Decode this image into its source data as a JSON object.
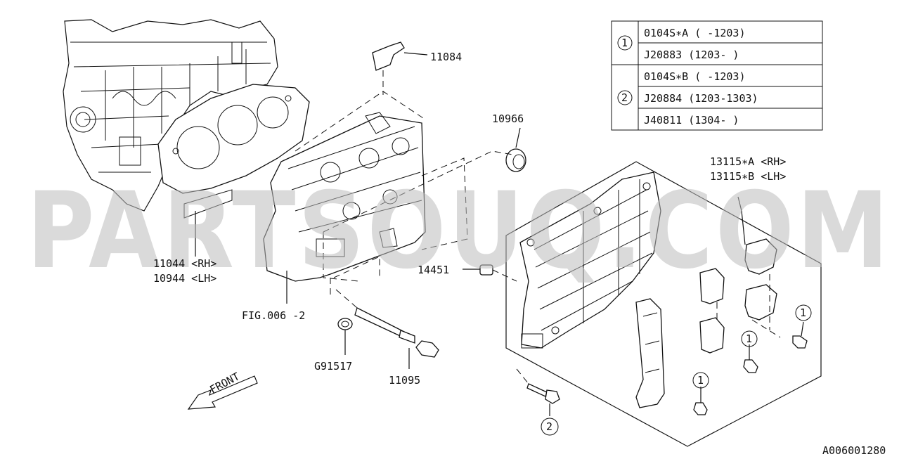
{
  "watermark": "PARTSOUQ.COM",
  "labels": {
    "p11084": "11084",
    "p10966": "10966",
    "p13115a": "13115∗A <RH>",
    "p13115b": "13115∗B <LH>",
    "p11044": "11044 <RH>",
    "p10944": "10944 <LH>",
    "p14451": "14451",
    "fig": "FIG.006 -2",
    "g91517": "G91517",
    "p11095": "11095",
    "front": "FRONT",
    "code": "A006001280"
  },
  "callouts": {
    "one": "1",
    "two": "2"
  },
  "table": {
    "groups": [
      {
        "marker": "1",
        "rows": [
          "0104S∗A ( -1203)",
          "J20883 (1203- )"
        ]
      },
      {
        "marker": "2",
        "rows": [
          "0104S∗B ( -1203)",
          "J20884 (1203-1303)",
          "J40811 (1304- )"
        ]
      }
    ]
  }
}
